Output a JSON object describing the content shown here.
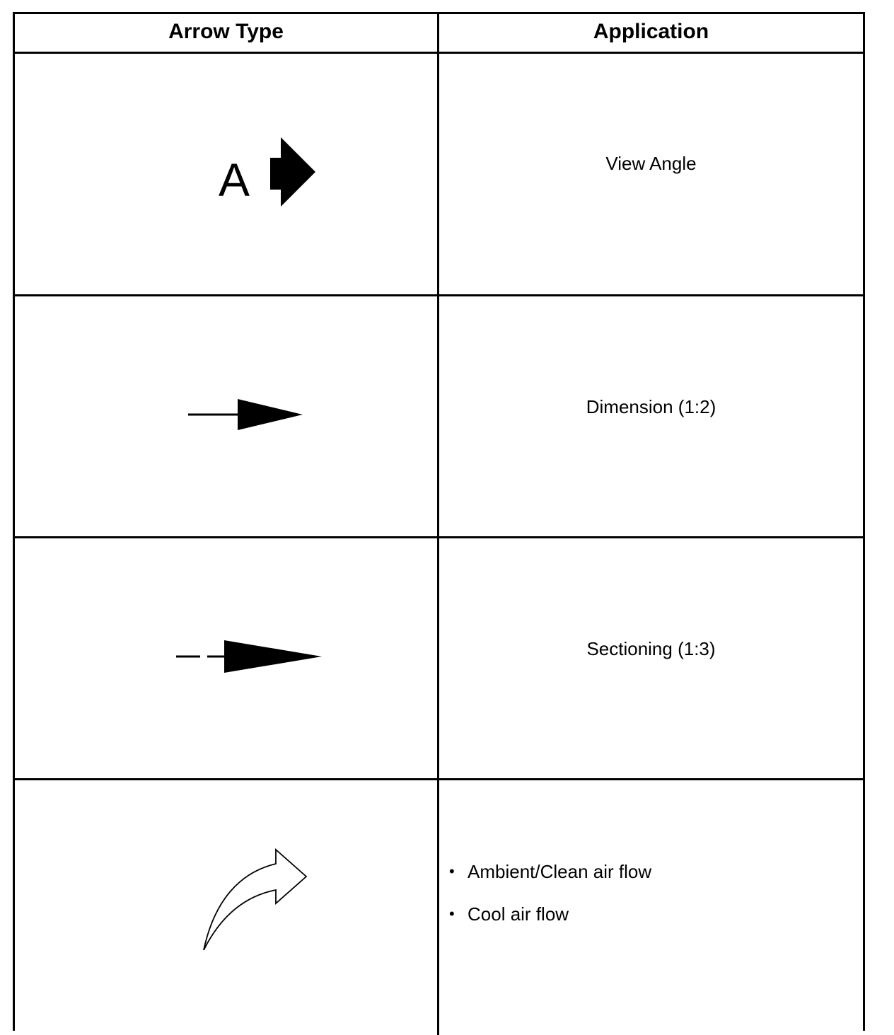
{
  "table": {
    "headers": {
      "arrow_type": "Arrow Type",
      "application": "Application"
    },
    "rows": [
      {
        "arrow_label": "A",
        "arrow_icon": "block-arrow-right-icon",
        "application": "View Angle"
      },
      {
        "arrow_icon": "solid-arrow-right-icon",
        "application": "Dimension (1:2)"
      },
      {
        "arrow_icon": "dashed-arrow-right-icon",
        "application": "Sectioning (1:3)"
      },
      {
        "arrow_icon": "curved-outline-arrow-icon",
        "application_items": [
          "Ambient/Clean air flow",
          "Cool air flow"
        ]
      }
    ]
  }
}
